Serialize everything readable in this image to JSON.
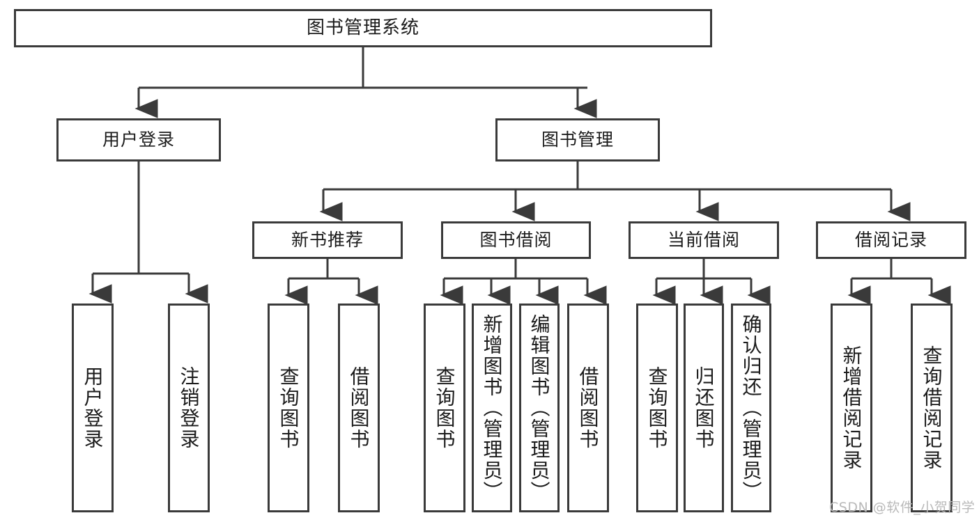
{
  "diagram": {
    "type": "tree-hierarchy-chart",
    "title": "图书管理系统",
    "stroke_color": "#3a3a3a",
    "background_color": "#ffffff",
    "text_color": "#1b1b1b",
    "root": {
      "label": "图书管理系统"
    },
    "level2": [
      {
        "label": "用户登录"
      },
      {
        "label": "图书管理"
      }
    ],
    "level3": [
      {
        "label": "新书推荐"
      },
      {
        "label": "图书借阅"
      },
      {
        "label": "当前借阅"
      },
      {
        "label": "借阅记录"
      }
    ],
    "leaves": {
      "user_login": [
        {
          "label": "用户登录"
        },
        {
          "label": "注销登录"
        }
      ],
      "new_book_recommend": [
        {
          "label": "查询图书"
        },
        {
          "label": "借阅图书"
        }
      ],
      "book_borrow": [
        {
          "label": "查询图书"
        },
        {
          "label": "新增图书（管理员）"
        },
        {
          "label": "编辑图书（管理员）"
        },
        {
          "label": "借阅图书"
        }
      ],
      "current_borrow": [
        {
          "label": "查询图书"
        },
        {
          "label": "归还图书"
        },
        {
          "label": "确认归还（管理员）"
        }
      ],
      "borrow_records": [
        {
          "label": "新增借阅记录"
        },
        {
          "label": "查询借阅记录"
        }
      ]
    }
  },
  "watermark": {
    "text": "CSDN @软件_小贺同学"
  }
}
